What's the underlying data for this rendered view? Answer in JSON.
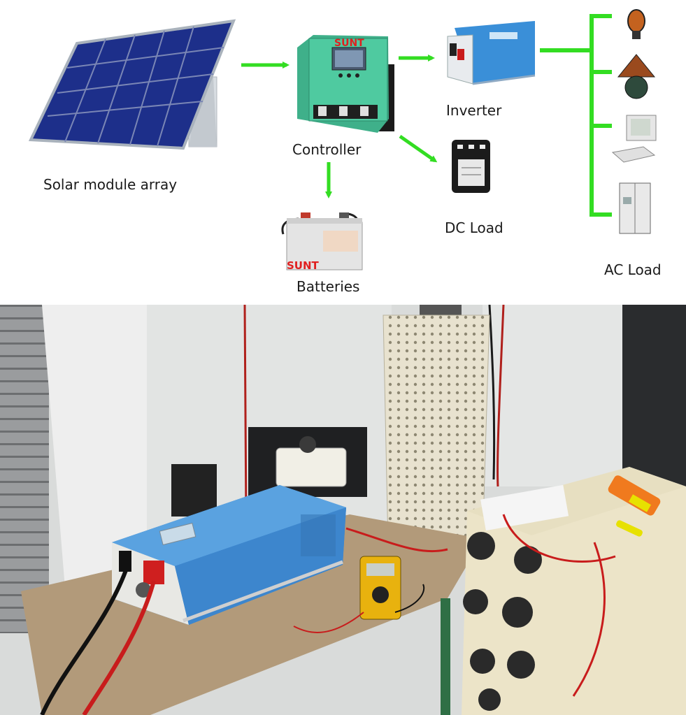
{
  "diagram": {
    "labels": {
      "solar": "Solar module array",
      "controller": "Controller",
      "inverter": "Inverter",
      "dc_load": "DC Load",
      "batteries": "Batteries",
      "ac_load": "AC Load"
    },
    "brand_text": "SUNT",
    "colors": {
      "arrow": "#33dd22",
      "panel": "#1d2f8a",
      "controller": "#4fcaa0",
      "inverter": "#3a8fd8",
      "brand": "#e02020"
    },
    "ac_load_icons": [
      "light-bulb-icon",
      "lamp-icon",
      "computer-icon",
      "refrigerator-icon"
    ]
  },
  "photo": {
    "description_icons": [
      "inverter-unit",
      "multimeter",
      "clamp-meter",
      "load-bank",
      "variac"
    ]
  }
}
